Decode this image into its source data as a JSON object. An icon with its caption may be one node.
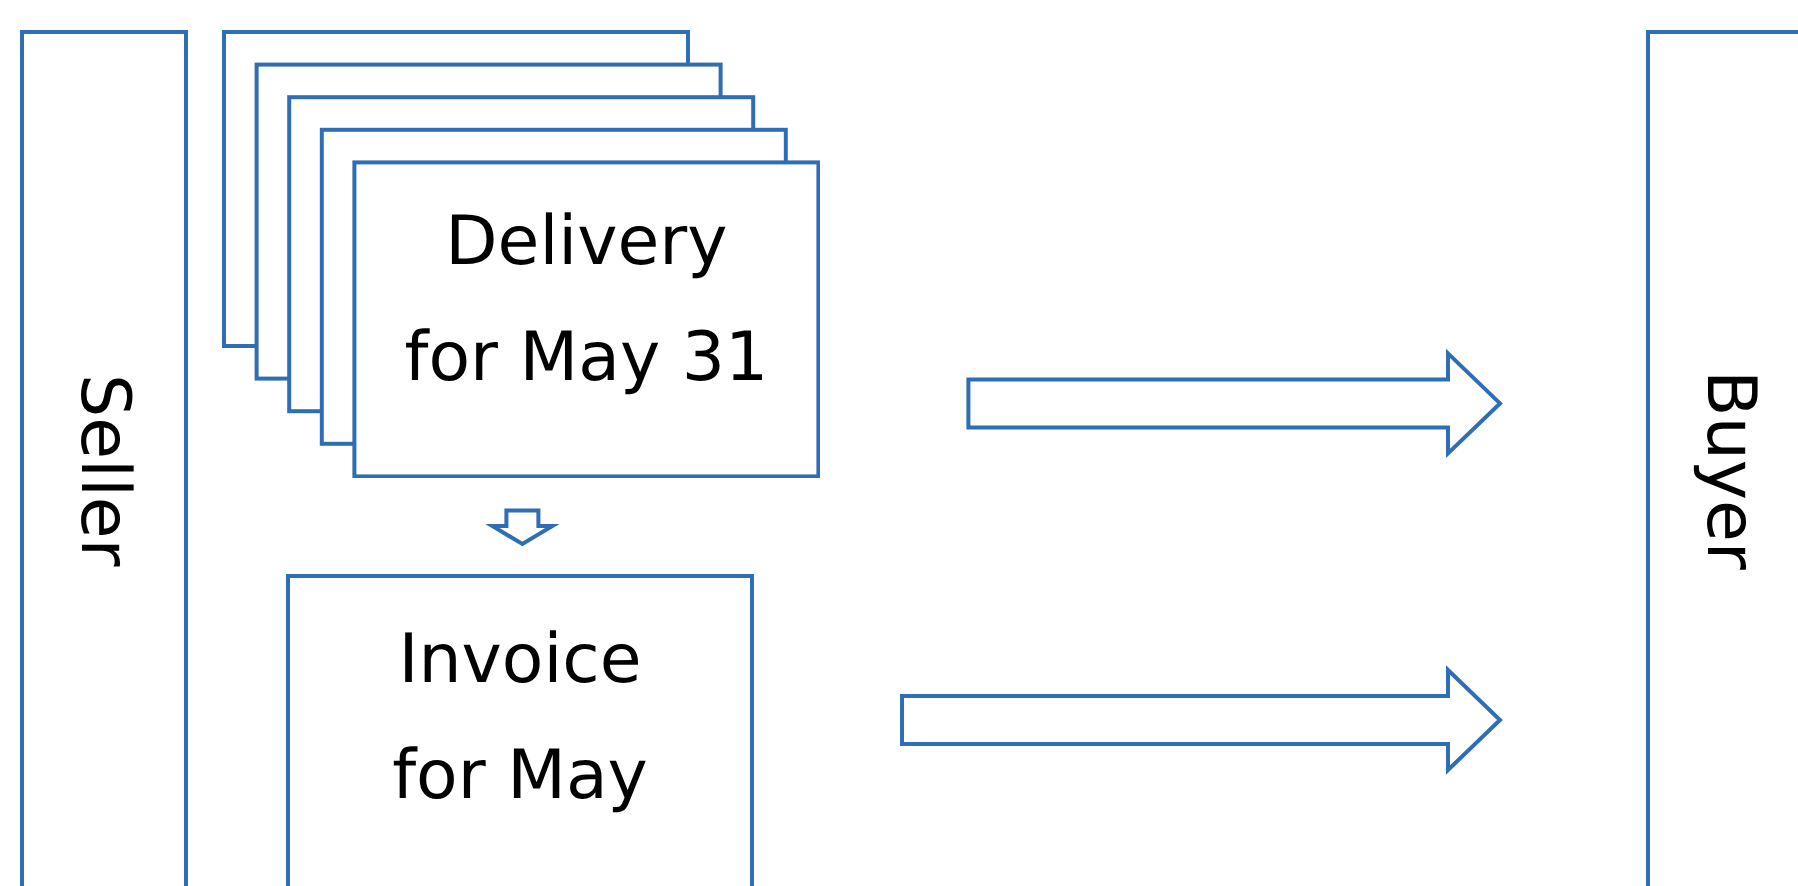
{
  "diagram": {
    "nodes": [
      {
        "text": [
          "Seller"
        ]
      },
      {
        "text": [
          "Delivery",
          "for May 31"
        ]
      },
      {
        "text": [
          "Invoice",
          "for May"
        ]
      },
      {
        "text": [
          "Buyer"
        ]
      }
    ],
    "edges": [
      {
        "from": 1,
        "to": 2,
        "arrow": "to"
      },
      {
        "from": 1,
        "to": 3,
        "arrow": "to"
      },
      {
        "from": 2,
        "to": 3,
        "arrow": "to"
      }
    ]
  }
}
